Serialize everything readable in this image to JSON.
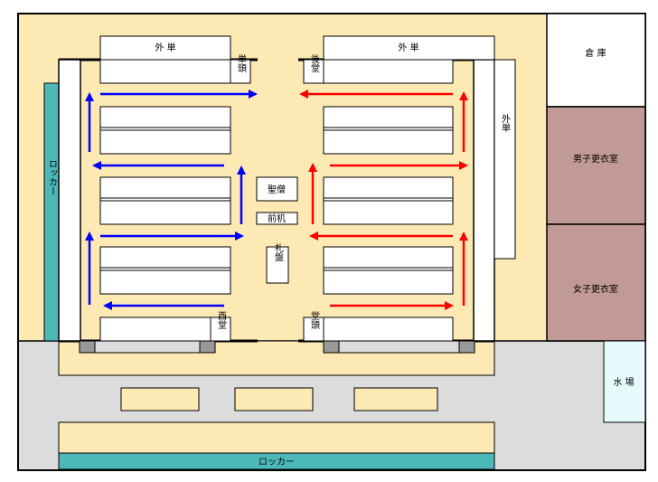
{
  "labels": {
    "gaitan_top_left": "外 単",
    "gaitan_top_right": "外 単",
    "tantou": "単頭",
    "godou": "後堂",
    "gaitan_right": "外単",
    "seizo": "聖僧",
    "maezukue": "前机",
    "raiban": "礼盤",
    "seido": "西堂",
    "doutou": "堂頭",
    "locker_left": "ロッカー",
    "locker_bottom": "ロッカー",
    "souko": "倉 庫",
    "danshi_koui": "男子更衣室",
    "joshi_koui": "女子更衣室",
    "mizuba": "水 場"
  },
  "colors": {
    "floor": "#fce9b4",
    "corridor": "#dcdcdc",
    "locker": "#4db8b8",
    "dressing_room": "#c19a95",
    "water": "#e6fcfc",
    "arrow_left_side": "#0000ff",
    "arrow_right_side": "#ff0000"
  }
}
